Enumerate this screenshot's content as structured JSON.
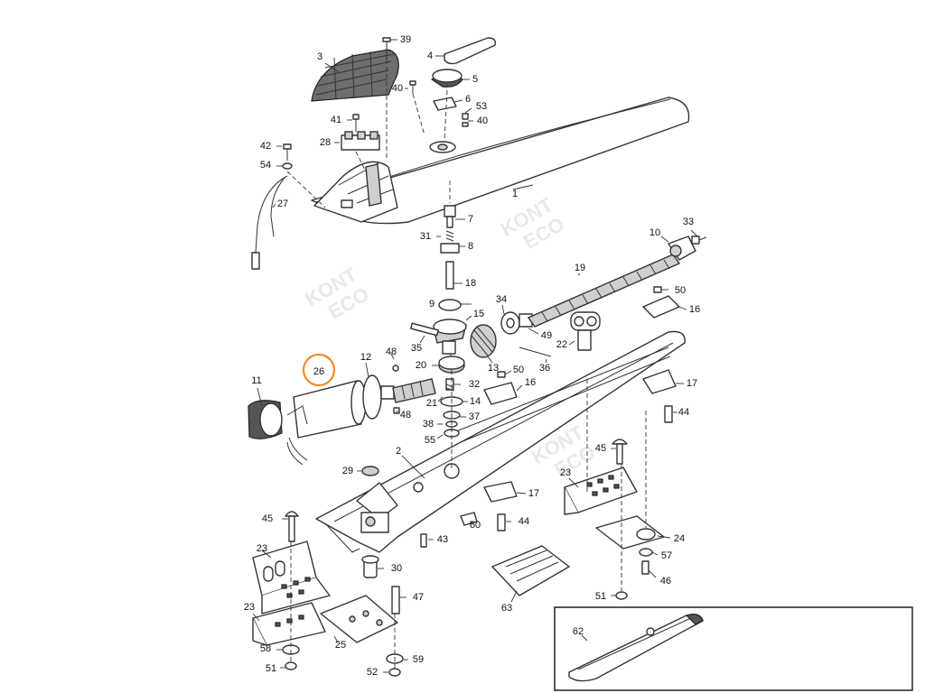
{
  "diagram": {
    "highlight_color": "#f08a24",
    "highlighted_part": "26",
    "watermark": [
      "KONT",
      "ECO"
    ],
    "callouts": [
      "1",
      "2",
      "3",
      "4",
      "5",
      "6",
      "7",
      "8",
      "9",
      "10",
      "11",
      "12",
      "13",
      "14",
      "15",
      "16",
      "16",
      "17",
      "17",
      "18",
      "19",
      "20",
      "21",
      "22",
      "23",
      "23",
      "23",
      "24",
      "25",
      "26",
      "27",
      "28",
      "29",
      "30",
      "31",
      "32",
      "33",
      "34",
      "35",
      "36",
      "37",
      "38",
      "39",
      "40",
      "40",
      "41",
      "42",
      "43",
      "44",
      "44",
      "45",
      "45",
      "46",
      "47",
      "48",
      "48",
      "49",
      "50",
      "50",
      "51",
      "51",
      "52",
      "53",
      "54",
      "55",
      "57",
      "58",
      "59",
      "60",
      "62",
      "63"
    ]
  }
}
